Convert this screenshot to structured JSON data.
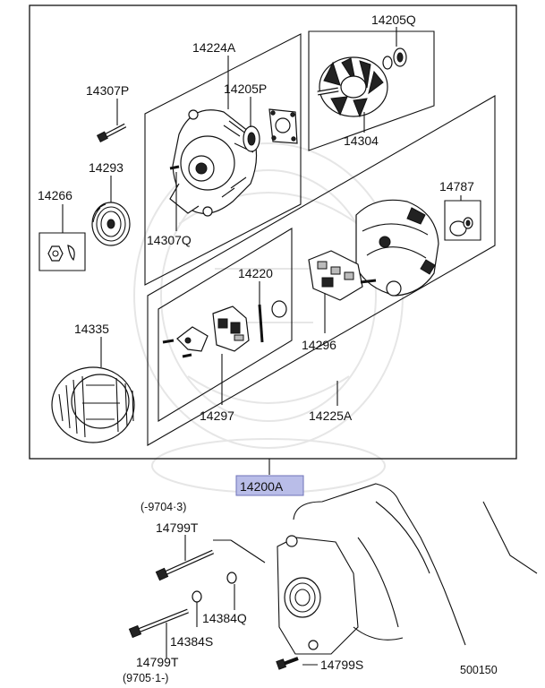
{
  "diagram": {
    "parts": {
      "p14224A": "14224A",
      "p14205Q": "14205Q",
      "p14307P": "14307P",
      "p14205P": "14205P",
      "p14304": "14304",
      "p14293": "14293",
      "p14266": "14266",
      "p14787": "14787",
      "p14307Q": "14307Q",
      "p14220": "14220",
      "p14335": "14335",
      "p14296": "14296",
      "p14297": "14297",
      "p14225A": "14225A",
      "p14200A": "14200A",
      "p14799T_top": "14799T",
      "p14384Q": "14384Q",
      "p14384S": "14384S",
      "p14799T_bottom": "14799T",
      "p14799S": "14799S"
    },
    "date_range_top": "(-9704·3)",
    "date_range_bottom": "(9705·1-)",
    "diagram_code": "500150",
    "highlight_color": "#b9bde8"
  }
}
